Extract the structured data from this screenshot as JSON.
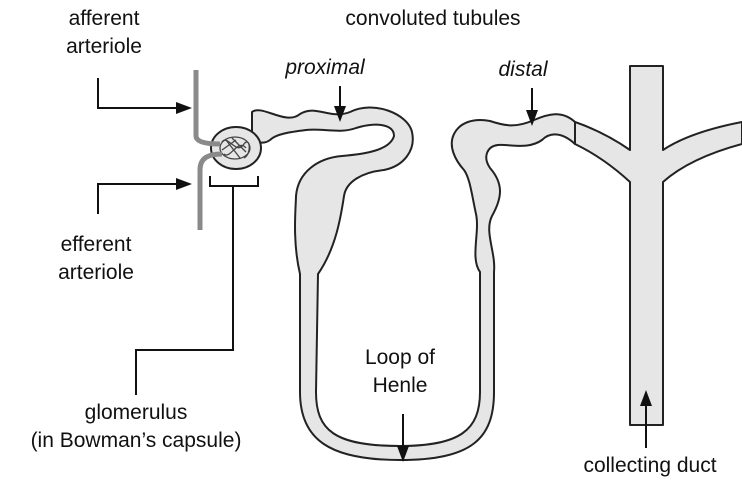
{
  "labels": {
    "afferent_line1": "afferent",
    "afferent_line2": "arteriole",
    "efferent_line1": "efferent",
    "efferent_line2": "arteriole",
    "convoluted_tubules": "convoluted tubules",
    "proximal": "proximal",
    "distal": "distal",
    "loop_line1": "Loop of",
    "loop_line2": "Henle",
    "glomerulus_line1": "glomerulus",
    "glomerulus_line2": "(in Bowman’s capsule)",
    "collecting_duct": "collecting duct"
  },
  "colors": {
    "tubule_fill": "#e6e6e6",
    "outline": "#222222",
    "arteriole": "#8a8a8a",
    "text": "#111111"
  }
}
